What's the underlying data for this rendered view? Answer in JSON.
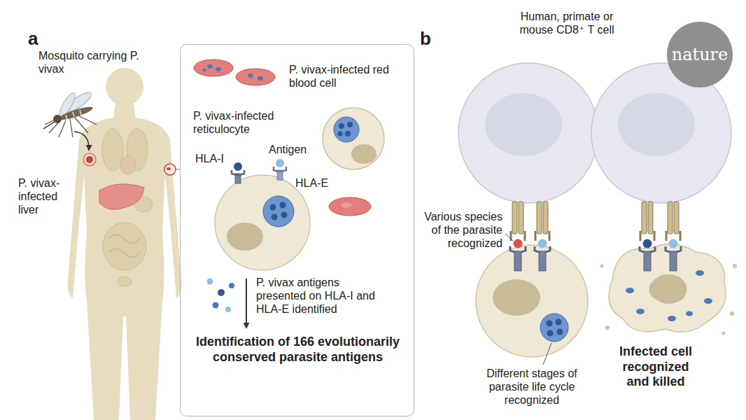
{
  "diagram": {
    "nodes": [
      {
        "text": [
          "P. vivax-infected red blood cell",
          "P. vivax-infected reticulocyte",
          "HLA-I",
          "Antigen",
          "HLA-E",
          "P. vivax antigens presented on HLA-I and HLA-E identified",
          "Identification of 166 evolutionarily conserved parasite antigens"
        ]
      },
      {
        "text": [
          "nature"
        ]
      }
    ],
    "labels": [
      "a",
      "Mosquito carrying P. vivax",
      "P. vivax-infected liver",
      "b",
      "Human, primate or mouse CD8⁺ T cell",
      "Various species of the parasite recognized",
      "Different stages of parasite life cycle recognized",
      "Infected cell recognized and killed"
    ]
  }
}
